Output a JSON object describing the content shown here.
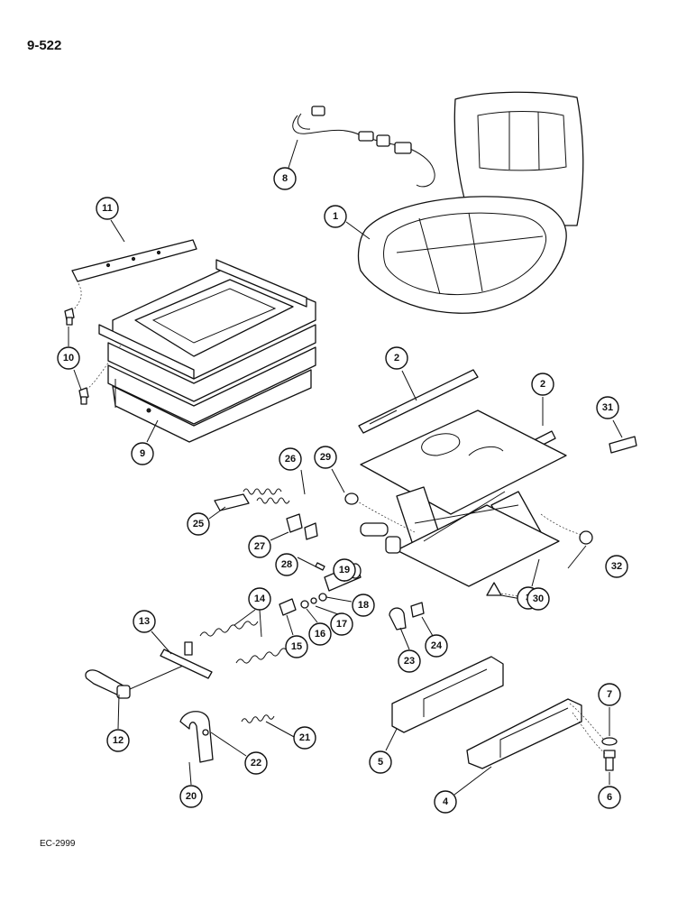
{
  "page": {
    "title": "9-522",
    "footer_code": "EC-2999"
  },
  "callouts": [
    "1",
    "2",
    "2",
    "3",
    "4",
    "5",
    "6",
    "7",
    "8",
    "9",
    "10",
    "11",
    "12",
    "13",
    "14",
    "15",
    "16",
    "17",
    "18",
    "19",
    "20",
    "21",
    "22",
    "23",
    "24",
    "25",
    "26",
    "27",
    "28",
    "29",
    "30",
    "31",
    "32"
  ],
  "colors": {
    "ink": "#111111",
    "paper": "#ffffff"
  }
}
